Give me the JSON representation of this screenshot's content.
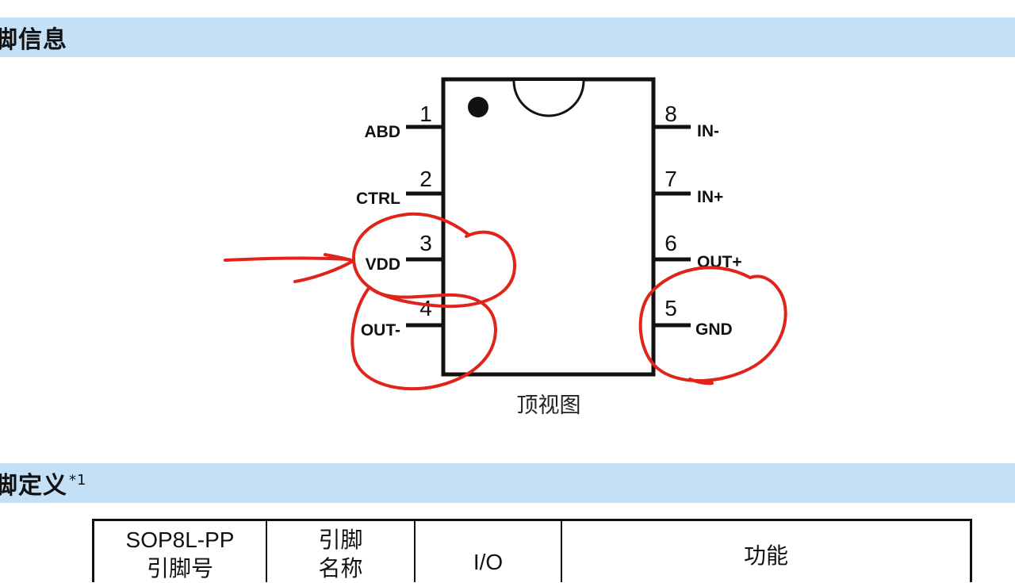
{
  "sections": {
    "pin_info_title": "脚信息",
    "pin_def_title": "脚定义",
    "pin_def_footnote": "*1"
  },
  "package": {
    "view_label": "顶视图",
    "pins": [
      {
        "number": "1",
        "name": "ABD"
      },
      {
        "number": "2",
        "name": "CTRL"
      },
      {
        "number": "3",
        "name": "VDD"
      },
      {
        "number": "4",
        "name": "OUT-"
      },
      {
        "number": "5",
        "name": "GND"
      },
      {
        "number": "6",
        "name": "OUT+"
      },
      {
        "number": "7",
        "name": "IN+"
      },
      {
        "number": "8",
        "name": "IN-"
      }
    ]
  },
  "annotations": {
    "color": "#e0241b",
    "circled_pins": [
      "VDD",
      "OUT-",
      "GND"
    ],
    "arrow_target": "VDD"
  },
  "table": {
    "headers": [
      {
        "line1": "SOP8L-PP",
        "line2": "引脚号"
      },
      {
        "line1": "引脚",
        "line2": "名称"
      },
      {
        "line1": "I/O",
        "line2": ""
      },
      {
        "line1": "功能",
        "line2": ""
      }
    ]
  }
}
